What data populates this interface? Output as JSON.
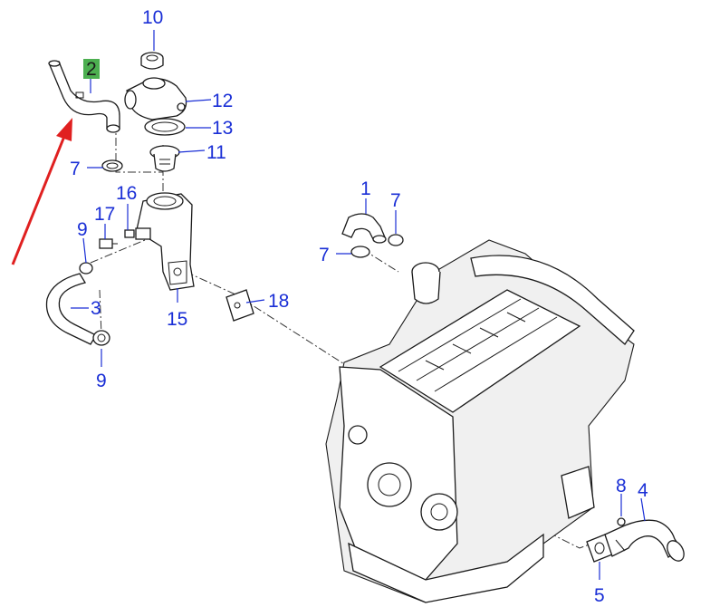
{
  "diagram": {
    "highlight_color": "#4caf50",
    "label_color": "#1a2fd6",
    "arrow_color": "#e02020",
    "parts": {
      "p1": "1",
      "p2": "2",
      "p3": "3",
      "p4": "4",
      "p5": "5",
      "p7a": "7",
      "p7b": "7",
      "p7c": "7",
      "p8": "8",
      "p9a": "9",
      "p9b": "9",
      "p10": "10",
      "p11": "11",
      "p12": "12",
      "p13": "13",
      "p15": "15",
      "p16": "16",
      "p17": "17",
      "p18": "18"
    }
  }
}
